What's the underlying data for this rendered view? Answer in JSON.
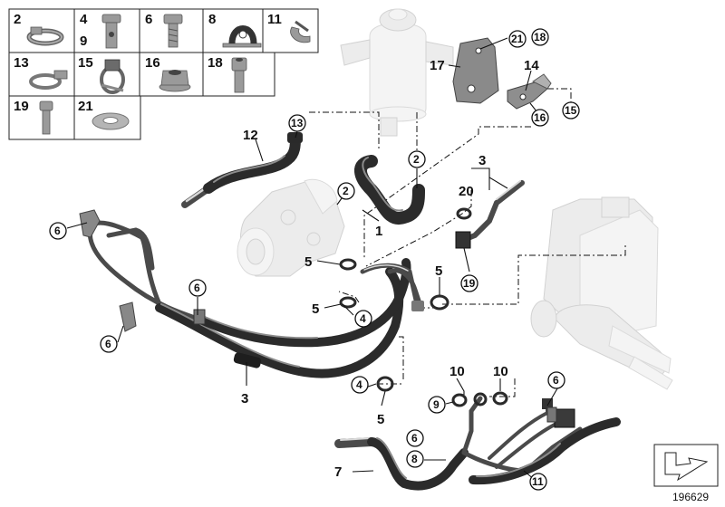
{
  "reference_number": "196629",
  "parts_table": [
    {
      "label": "2"
    },
    {
      "label": "4",
      "label2": "9"
    },
    {
      "label": "6"
    },
    {
      "label": "8"
    },
    {
      "label": "11"
    },
    {
      "label": "13"
    },
    {
      "label": "15"
    },
    {
      "label": "16"
    },
    {
      "label": "18"
    },
    {
      "label": "19"
    },
    {
      "label": "21"
    }
  ],
  "callouts": {
    "l1": "1",
    "l2a": "2",
    "l2b": "2",
    "l3a": "3",
    "l3b": "3",
    "l4a": "4",
    "l4b": "4",
    "l5a": "5",
    "l5b": "5",
    "l5c": "5",
    "l5d": "5",
    "l6a": "6",
    "l6b": "6",
    "l6c": "6",
    "l6d": "6",
    "l6e": "6",
    "l7": "7",
    "l8": "8",
    "l9": "9",
    "l10a": "10",
    "l10b": "10",
    "l11": "11",
    "l12": "12",
    "l13": "13",
    "l14": "14",
    "l15": "15",
    "l16": "16",
    "l17": "17",
    "l18": "18",
    "l19": "19",
    "l20": "20",
    "l21": "21"
  },
  "colors": {
    "hose": "#2b2b2b",
    "pipe": "#4a4a4a",
    "ghost_parts": "#ececec"
  }
}
